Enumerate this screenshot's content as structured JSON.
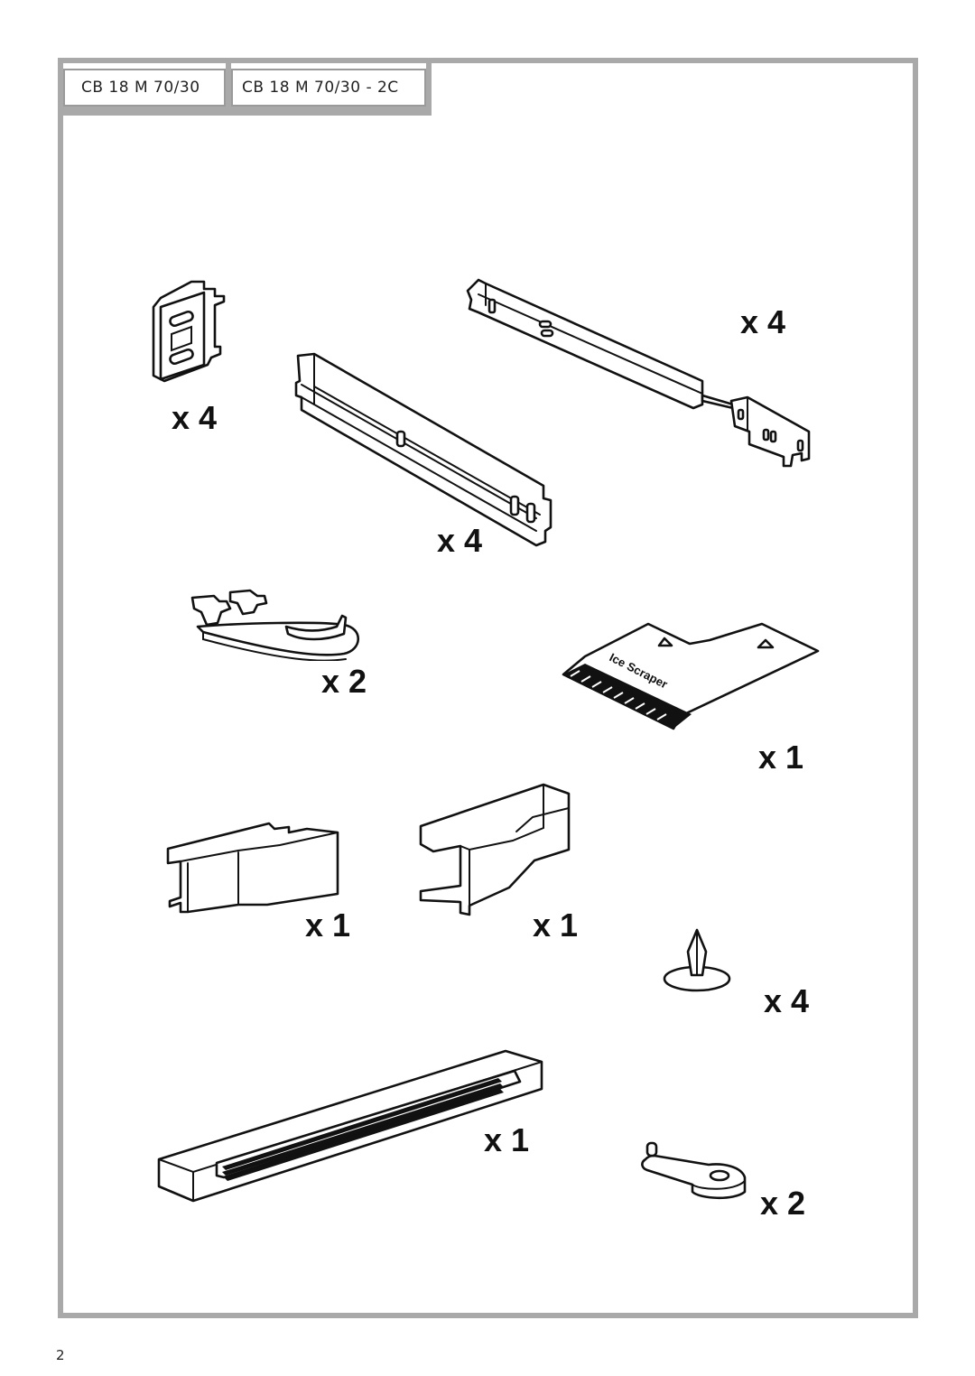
{
  "header": {
    "model_tabs": [
      "CB 18 M 70/30",
      "CB 18 M 70/30 - 2C"
    ]
  },
  "parts": [
    {
      "name": "bracket-clip",
      "quantity": "x 4"
    },
    {
      "name": "long-rail",
      "quantity": "x 4"
    },
    {
      "name": "slide-rail",
      "quantity": "x 4"
    },
    {
      "name": "spanner-tool",
      "quantity": "x 2"
    },
    {
      "name": "ice-scraper",
      "quantity": "x 1",
      "label": "Ice Scraper"
    },
    {
      "name": "left-profile-bracket",
      "quantity": "x 1"
    },
    {
      "name": "right-profile-bracket",
      "quantity": "x 1"
    },
    {
      "name": "push-rivet",
      "quantity": "x 4"
    },
    {
      "name": "vent-grille",
      "quantity": "x 1"
    },
    {
      "name": "hinge-cap",
      "quantity": "x 2"
    }
  ],
  "footer": {
    "page_number": "2"
  }
}
